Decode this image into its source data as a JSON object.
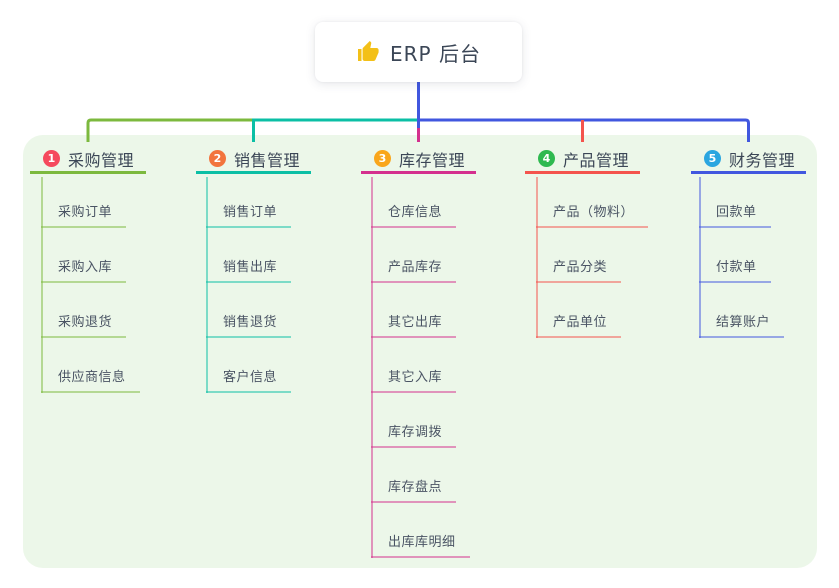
{
  "root": {
    "label": "ERP 后台",
    "icon": "thumbs-up",
    "icon_color": "#f3c018"
  },
  "panel": {
    "background": "#ecf7e9"
  },
  "text_colors": {
    "branch_label": "#3b4656",
    "child_label": "#4a5464"
  },
  "branches": [
    {
      "num": "1",
      "label": "采购管理",
      "badge_color": "#f5495d",
      "line_color": "#7cb93e",
      "children": [
        "采购订单",
        "采购入库",
        "采购退货",
        "供应商信息"
      ]
    },
    {
      "num": "2",
      "label": "销售管理",
      "badge_color": "#f2743d",
      "line_color": "#0bbfa5",
      "children": [
        "销售订单",
        "销售出库",
        "销售退货",
        "客户信息"
      ]
    },
    {
      "num": "3",
      "label": "库存管理",
      "badge_color": "#f9a61b",
      "line_color": "#d4308e",
      "children": [
        "仓库信息",
        "产品库存",
        "其它出库",
        "其它入库",
        "库存调拨",
        "库存盘点",
        "出库库明细"
      ]
    },
    {
      "num": "4",
      "label": "产品管理",
      "badge_color": "#2fb950",
      "line_color": "#f4544d",
      "children": [
        "产品（物料）",
        "产品分类",
        "产品单位"
      ]
    },
    {
      "num": "5",
      "label": "财务管理",
      "badge_color": "#2ba6e0",
      "line_color": "#4157df",
      "children": [
        "回款单",
        "付款单",
        "结算账户"
      ]
    }
  ]
}
